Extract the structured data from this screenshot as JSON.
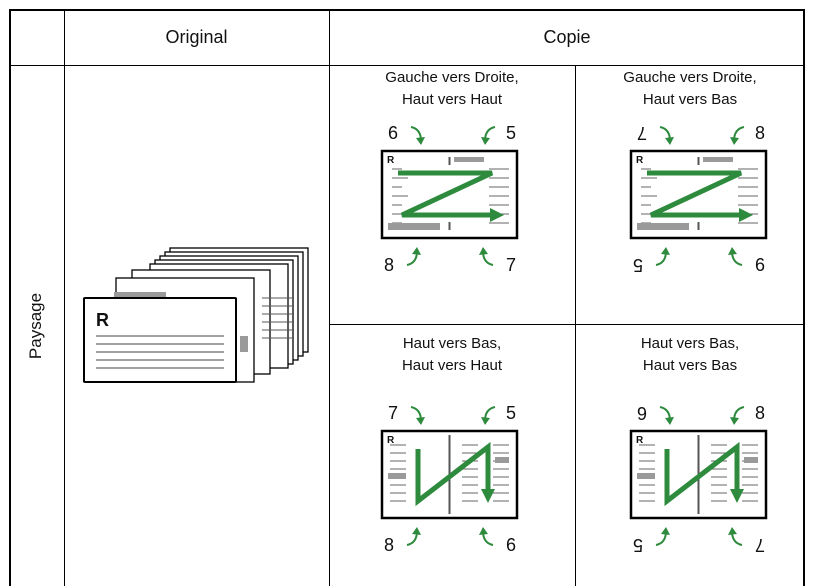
{
  "header": {
    "original_label": "Original",
    "copie_label": "Copie"
  },
  "row": {
    "label": "Paysage"
  },
  "original_page": {
    "letter": "R"
  },
  "cells": [
    {
      "caption_line1": "Gauche vers Droite,",
      "caption_line2": "Haut vers Haut",
      "pattern": "Z",
      "page_letter": "R",
      "corners": {
        "top_left": "6",
        "top_right": "5",
        "bottom_left": "8",
        "bottom_right": "7"
      },
      "inverted": []
    },
    {
      "caption_line1": "Gauche vers Droite,",
      "caption_line2": "Haut vers Bas",
      "pattern": "Z",
      "page_letter": "R",
      "corners": {
        "top_left": "7",
        "top_right": "8",
        "bottom_left": "5",
        "bottom_right": "6"
      },
      "inverted": [
        "top_left",
        "bottom_left"
      ]
    },
    {
      "caption_line1": "Haut vers Bas,",
      "caption_line2": "Haut vers Haut",
      "pattern": "N",
      "page_letter": "R",
      "corners": {
        "top_left": "7",
        "top_right": "5",
        "bottom_left": "8",
        "bottom_right": "6"
      },
      "inverted": []
    },
    {
      "caption_line1": "Haut vers Bas,",
      "caption_line2": "Haut vers Bas",
      "pattern": "N",
      "page_letter": "R",
      "corners": {
        "top_left": "6",
        "top_right": "8",
        "bottom_left": "5",
        "bottom_right": "7"
      },
      "inverted": [
        "top_left",
        "bottom_left",
        "bottom_right"
      ]
    }
  ],
  "colors": {
    "arrow_green": "#2e8b3e",
    "bar_gray": "#9a9a9a",
    "line": "#000000"
  }
}
